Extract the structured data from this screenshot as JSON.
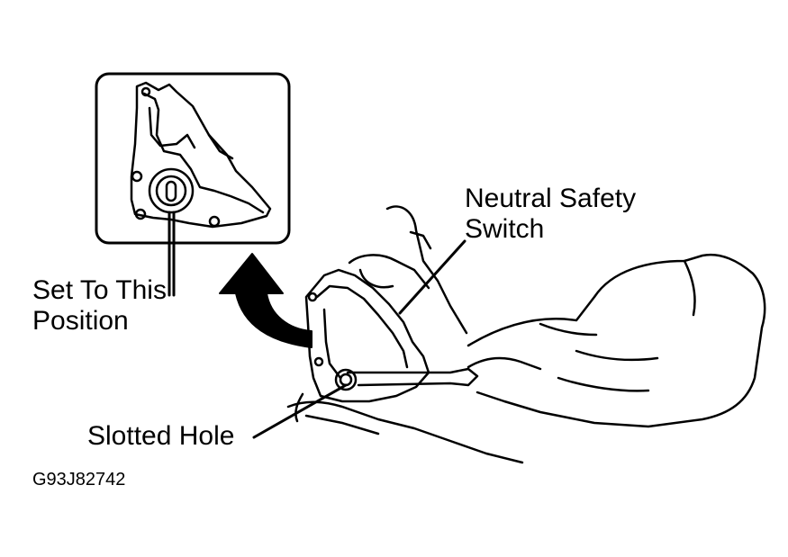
{
  "labels": {
    "neutral_line1": "Neutral Safety",
    "neutral_line2": "Switch",
    "set_line1": "Set To This",
    "set_line2": "Position",
    "slotted_hole": "Slotted Hole"
  },
  "figure_code": "G93J82742",
  "colors": {
    "ink": "#000000",
    "paper": "#ffffff"
  }
}
